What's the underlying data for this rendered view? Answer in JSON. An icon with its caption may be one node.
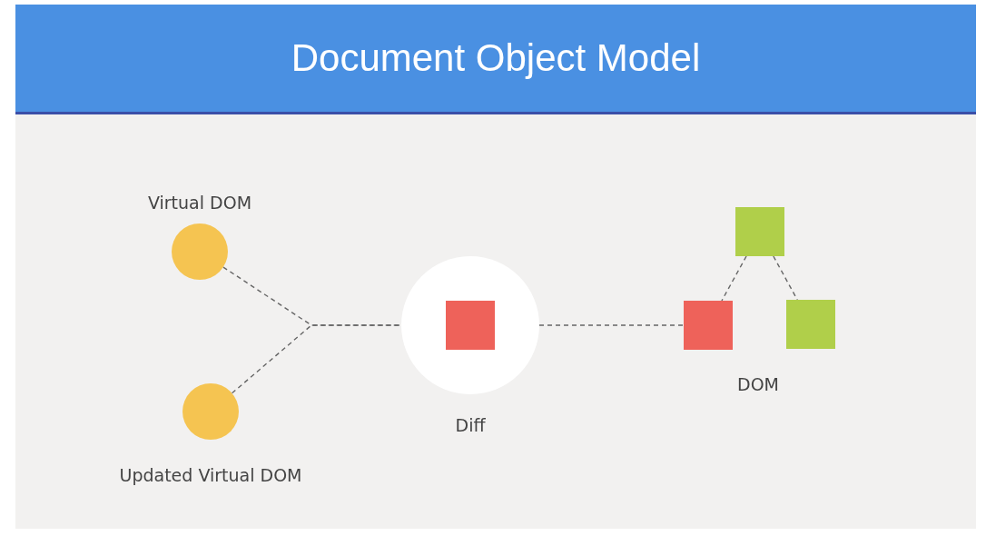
{
  "diagram": {
    "title": "Document Object Model",
    "nodes": [
      {
        "text": [
          "Virtual DOM"
        ]
      },
      {
        "text": [
          "Updated Virtual DOM"
        ]
      },
      {
        "text": [
          "Diff"
        ]
      },
      {
        "text": [],
        "shape": "box",
        "in": 2
      },
      {
        "text": [],
        "shape": "box"
      },
      {
        "text": [],
        "shape": "box"
      },
      {
        "text": [],
        "shape": "box"
      }
    ],
    "edges": [
      {
        "from": 0,
        "to": 2,
        "arrow": "none",
        "style": "dashed"
      },
      {
        "from": 1,
        "to": 2,
        "arrow": "none",
        "style": "dashed"
      },
      {
        "from": 2,
        "to": 5,
        "arrow": "none",
        "style": "dashed"
      },
      {
        "from": 4,
        "to": 5,
        "arrow": "none",
        "style": "dashed"
      },
      {
        "from": 4,
        "to": 6,
        "arrow": "none",
        "style": "dashed"
      }
    ],
    "labels": [
      "DOM"
    ]
  }
}
